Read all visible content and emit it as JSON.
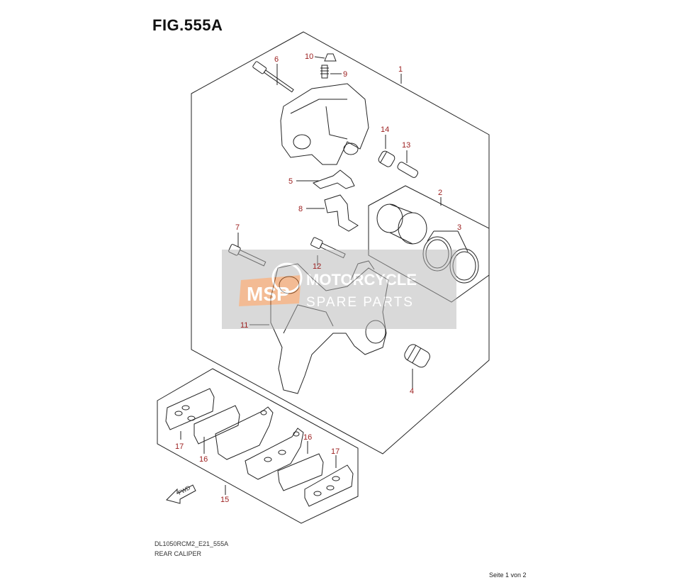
{
  "figure": {
    "title": "FIG.555A",
    "model_code": "DL1050RCM2_E21_555A",
    "part_name": "REAR CALIPER",
    "page_note": "Seite 1 von 2",
    "fwd_label": "FWD"
  },
  "watermark": {
    "logo_text": "MSP",
    "line1": "MOTORCYCLE",
    "line2": "SPARE PARTS"
  },
  "callouts": [
    "1",
    "2",
    "3",
    "4",
    "5",
    "6",
    "7",
    "8",
    "9",
    "10",
    "11",
    "12",
    "13",
    "14",
    "15",
    "16",
    "16",
    "17",
    "17"
  ],
  "colors": {
    "callout": "#9b1c1c",
    "line": "#222222",
    "watermark_accent": "#e87a2c"
  }
}
